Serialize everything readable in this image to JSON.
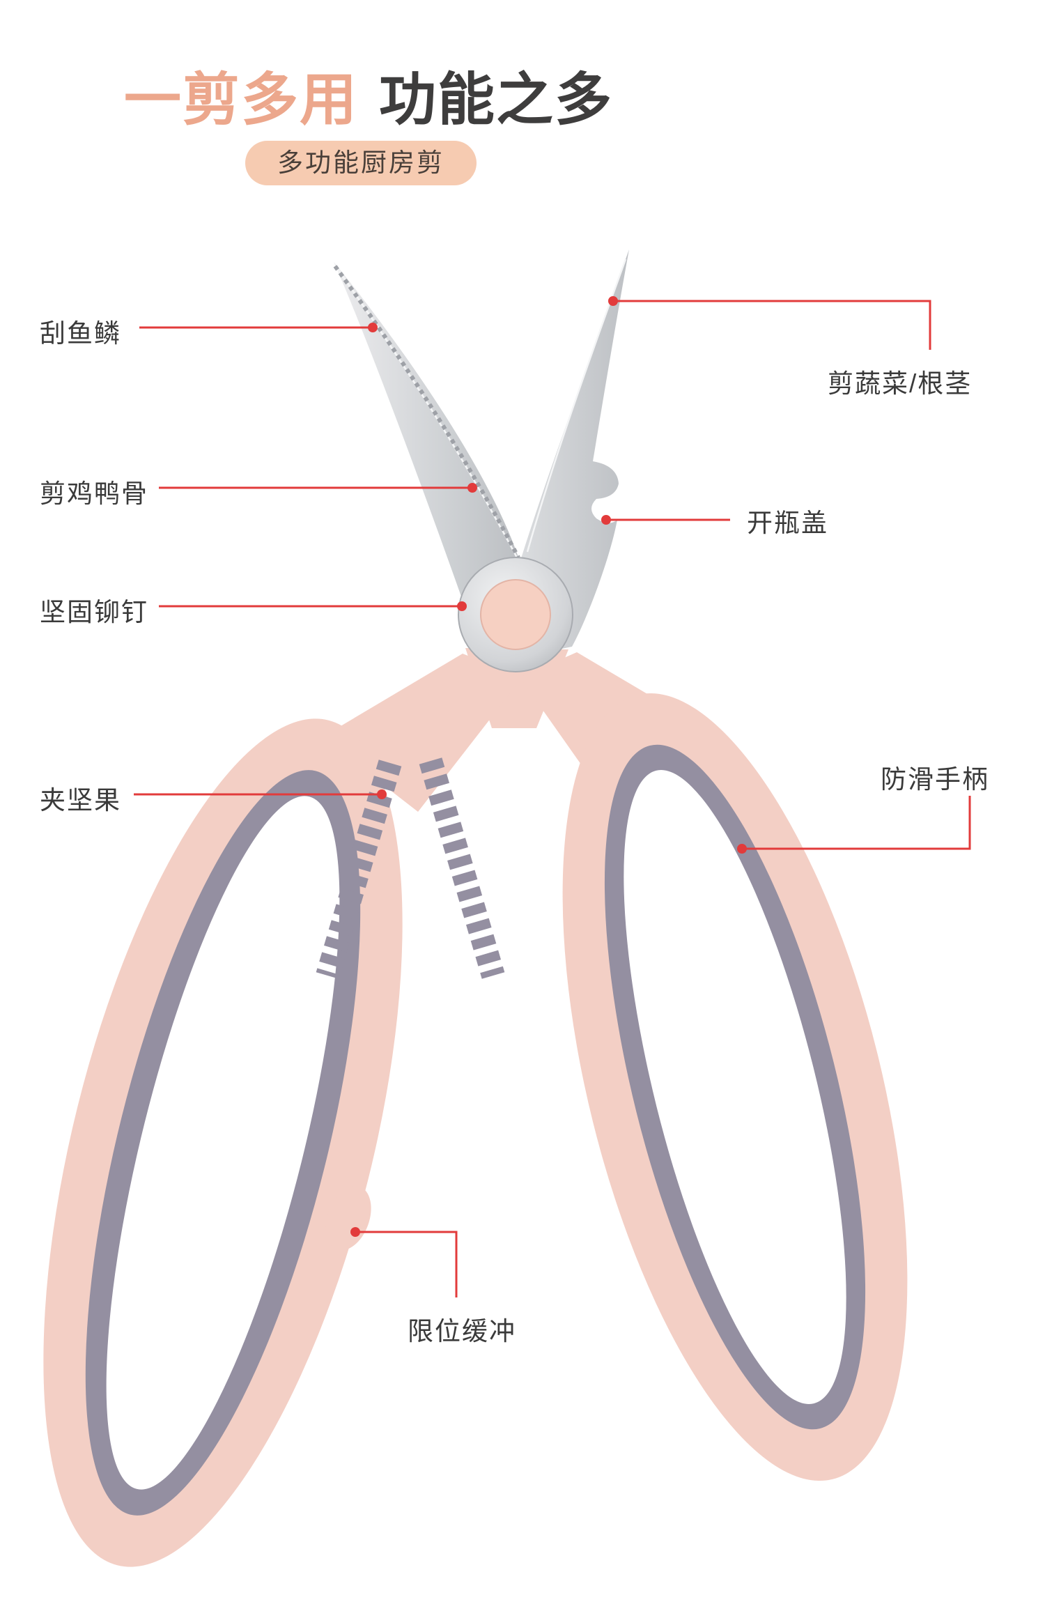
{
  "header": {
    "title_highlight": "一剪多用",
    "title_rest": "功能之多",
    "badge": "多功能厨房剪"
  },
  "callouts": {
    "scale_fish": "刮鱼鳞",
    "cut_bones": "剪鸡鸭骨",
    "rivet": "坚固铆钉",
    "crack_nuts": "夹坚果",
    "cut_vegetables": "剪蔬菜/根茎",
    "bottle_opener": "开瓶盖",
    "anti_slip": "防滑手柄",
    "limit_buffer": "限位缓冲"
  },
  "colors": {
    "accent_red": "#E23B3B",
    "title_highlight": "#ECA78C",
    "badge_bg": "#F6CBB1",
    "handle_pink": "#F3CFC5",
    "grip_gray": "#948FA1"
  }
}
